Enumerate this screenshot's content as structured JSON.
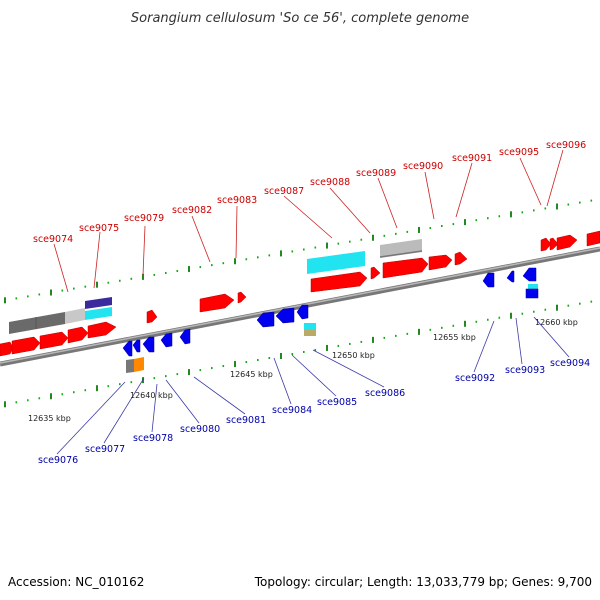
{
  "title": "Sorangium cellulosum 'So ce 56', complete genome",
  "footer": {
    "accession": "Accession: NC_010162",
    "summary": "Topology: circular; Length: 13,033,779 bp; Genes: 9,700"
  },
  "colors": {
    "forward_cds": "#ff0000",
    "reverse_cds": "#0000ee",
    "rna_cyan": "#22e4f0",
    "gray_feature": "#999999",
    "backbone": "#8a8a8a",
    "tick_dots": "#00aa00",
    "top_label": "#cc0000",
    "bottom_label": "#0000aa"
  },
  "kbp_ticks": [
    "12635 kbp",
    "12640 kbp",
    "12645 kbp",
    "12650 kbp",
    "12655 kbp",
    "12660 kbp"
  ],
  "top_genes": [
    "sce9074",
    "sce9075",
    "sce9079",
    "sce9082",
    "sce9083",
    "sce9087",
    "sce9088",
    "sce9089",
    "sce9090",
    "sce9091",
    "sce9095",
    "sce9096"
  ],
  "bottom_genes": [
    "sce9076",
    "sce9077",
    "sce9078",
    "sce9080",
    "sce9081",
    "sce9084",
    "sce9085",
    "sce9086",
    "sce9092",
    "sce9093",
    "sce9094"
  ]
}
